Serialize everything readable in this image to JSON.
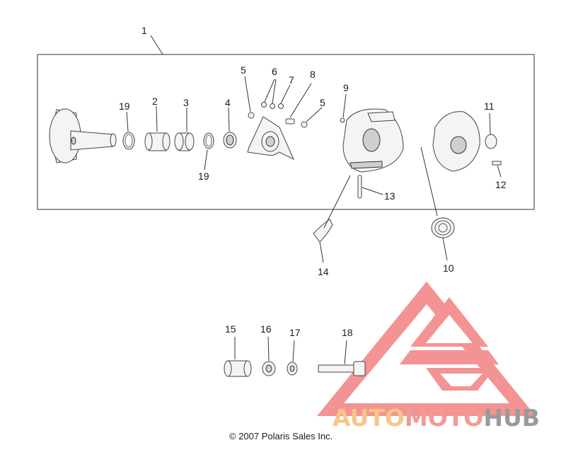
{
  "callouts": {
    "c1": "1",
    "c2": "2",
    "c3": "3",
    "c4": "4",
    "c5a": "5",
    "c5b": "5",
    "c6": "6",
    "c7": "7",
    "c8": "8",
    "c9": "9",
    "c10": "10",
    "c11": "11",
    "c12": "12",
    "c13": "13",
    "c14": "14",
    "c15": "15",
    "c16": "16",
    "c17": "17",
    "c18": "18",
    "c19a": "19",
    "c19b": "19"
  },
  "copyright": "© 2007 Polaris Sales Inc.",
  "watermark": {
    "part1": "AUTO",
    "part2": "MOTO",
    "part3": "HUB",
    "color_auto": "#f7c48a",
    "color_moto": "#f29a95",
    "color_hub": "#9a9a9a",
    "logo_color": "#f06f6f"
  }
}
